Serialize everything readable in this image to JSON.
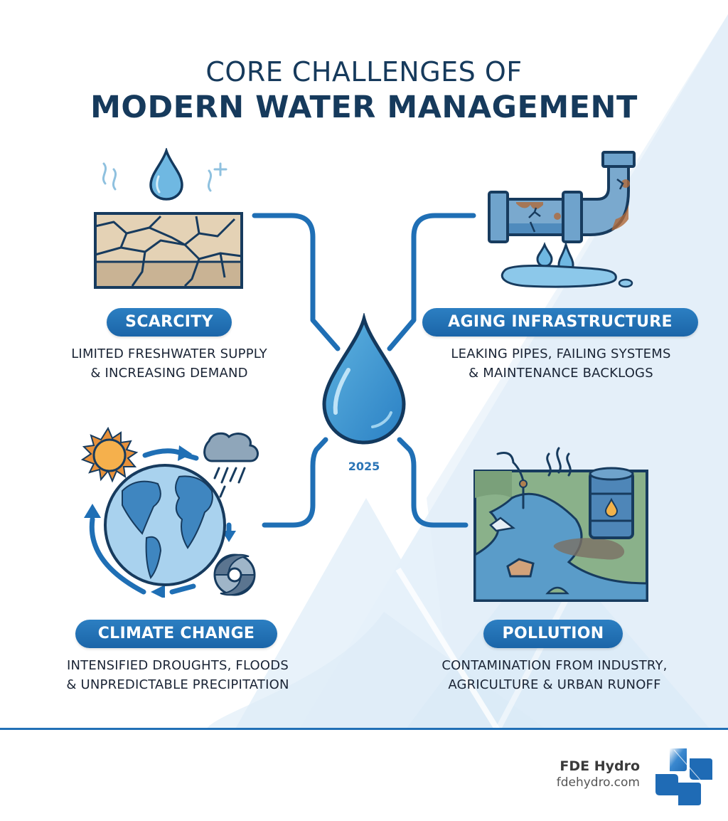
{
  "title": {
    "line1": "CORE CHALLENGES OF",
    "line2": "MODERN WATER MANAGEMENT"
  },
  "center": {
    "icon": "water-drop-icon",
    "year": "2025"
  },
  "challenges": [
    {
      "label": "SCARCITY",
      "description_line1": "LIMITED FRESHWATER SUPPLY",
      "description_line2": "& INCREASING DEMAND",
      "icon": "cracked-earth-icon"
    },
    {
      "label": "AGING INFRASTRUCTURE",
      "description_line1": "LEAKING PIPES, FAILING SYSTEMS",
      "description_line2": "& MAINTENANCE BACKLOGS",
      "icon": "leaking-pipe-icon"
    },
    {
      "label": "CLIMATE CHANGE",
      "description_line1": "INTENSIFIED DROUGHTS, FLOODS",
      "description_line2": "& UNPREDICTABLE PRECIPITATION",
      "icon": "globe-climate-cycle-icon"
    },
    {
      "label": "POLLUTION",
      "description_line1": "CONTAMINATION FROM INDUSTRY,",
      "description_line2": "AGRICULTURE & URBAN RUNOFF",
      "icon": "polluted-river-icon"
    }
  ],
  "footer": {
    "brand_name": "FDE Hydro",
    "brand_url": "fdehydro.com",
    "logo_icon": "fde-hydro-logo"
  },
  "colors": {
    "primary": "#1f6fb5",
    "title": "#163a5c",
    "text": "#1a2435",
    "background_accent": "#e3f0fa"
  }
}
